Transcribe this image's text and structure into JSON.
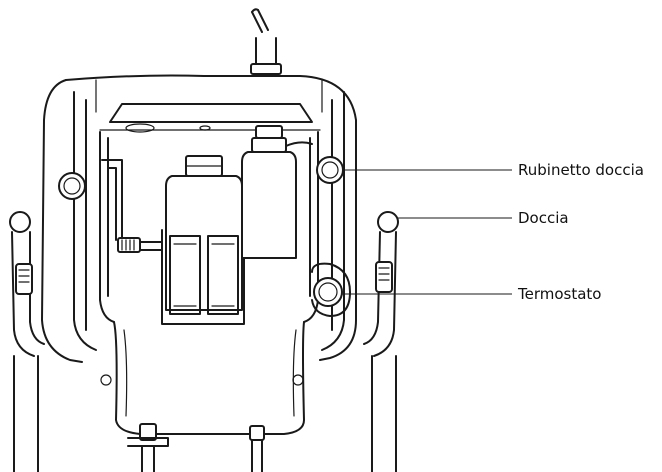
{
  "labels": [
    {
      "key": "rubinetto",
      "text": "Rubinetto doccia"
    },
    {
      "key": "doccia",
      "text": "Doccia"
    },
    {
      "key": "termostato",
      "text": "Termostato"
    }
  ],
  "colors": {
    "line": "#1a1a1a",
    "background": "#ffffff",
    "text": "#111111"
  }
}
